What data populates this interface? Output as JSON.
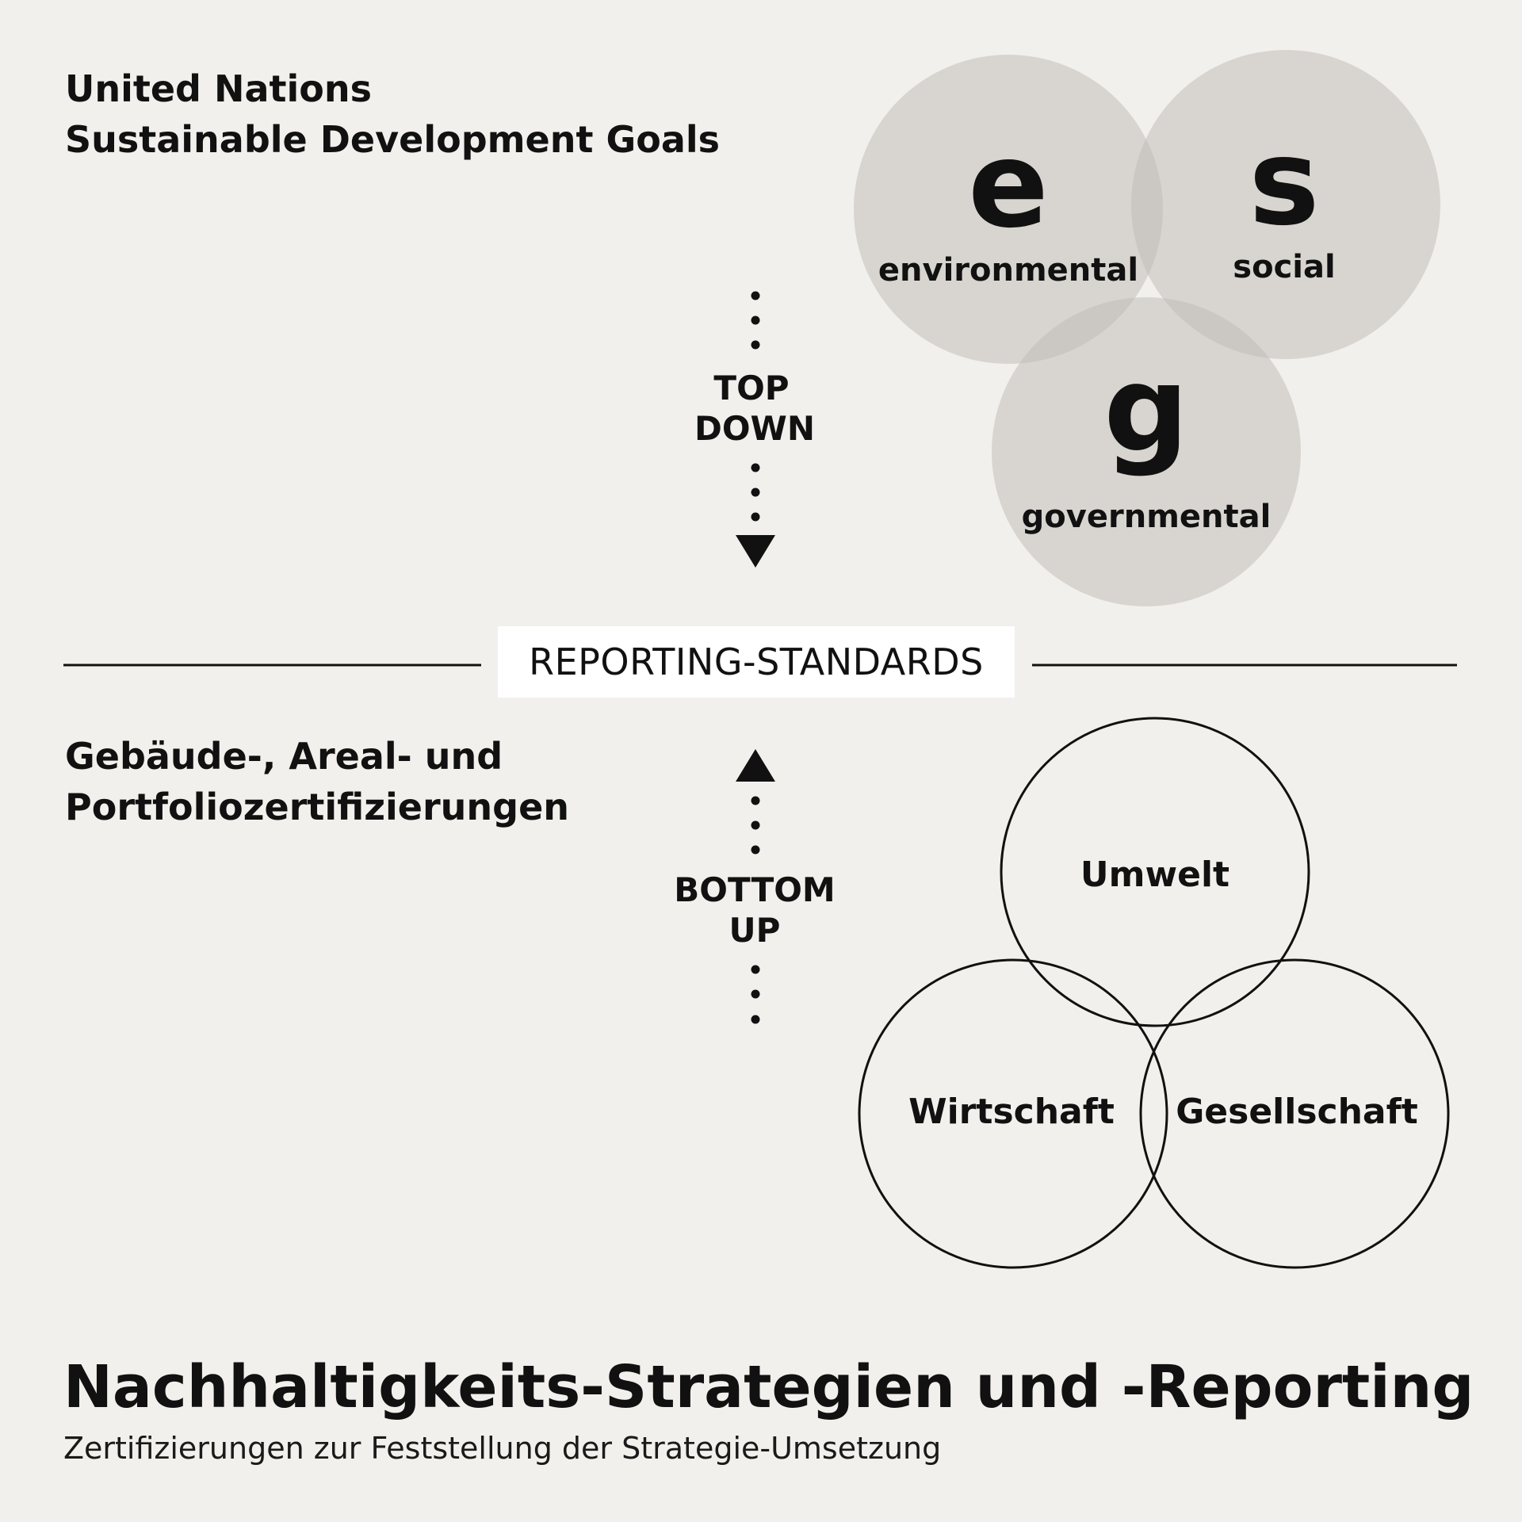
{
  "top_heading": {
    "line1": "United Nations",
    "line2": "Sustainable Development Goals"
  },
  "bottom_heading": {
    "line1": "Gebäude-, Areal- und",
    "line2": "Portfoliozertifizierungen"
  },
  "top_down": {
    "line1": "TOP",
    "line2": "DOWN"
  },
  "bottom_up": {
    "line1": "BOTTOM",
    "line2": "UP"
  },
  "reporting_standards": "REPORTING-STANDARDS",
  "esg": {
    "environmental": {
      "letter": "e",
      "label": "environmental"
    },
    "social": {
      "letter": "s",
      "label": "social"
    },
    "governmental": {
      "letter": "g",
      "label": "governmental"
    }
  },
  "pillars": {
    "umwelt": "Umwelt",
    "wirtschaft": "Wirtschaft",
    "gesellschaft": "Gesellschaft"
  },
  "title": "Nachhaltigkeits-Strategien und -Reporting",
  "subtitle": "Zertifizierungen zur Feststellung der Strategie-Umsetzung",
  "colors": {
    "background": "#f2f0ec",
    "esg_circle_fill": "#bdbab3",
    "ink": "#111111"
  }
}
